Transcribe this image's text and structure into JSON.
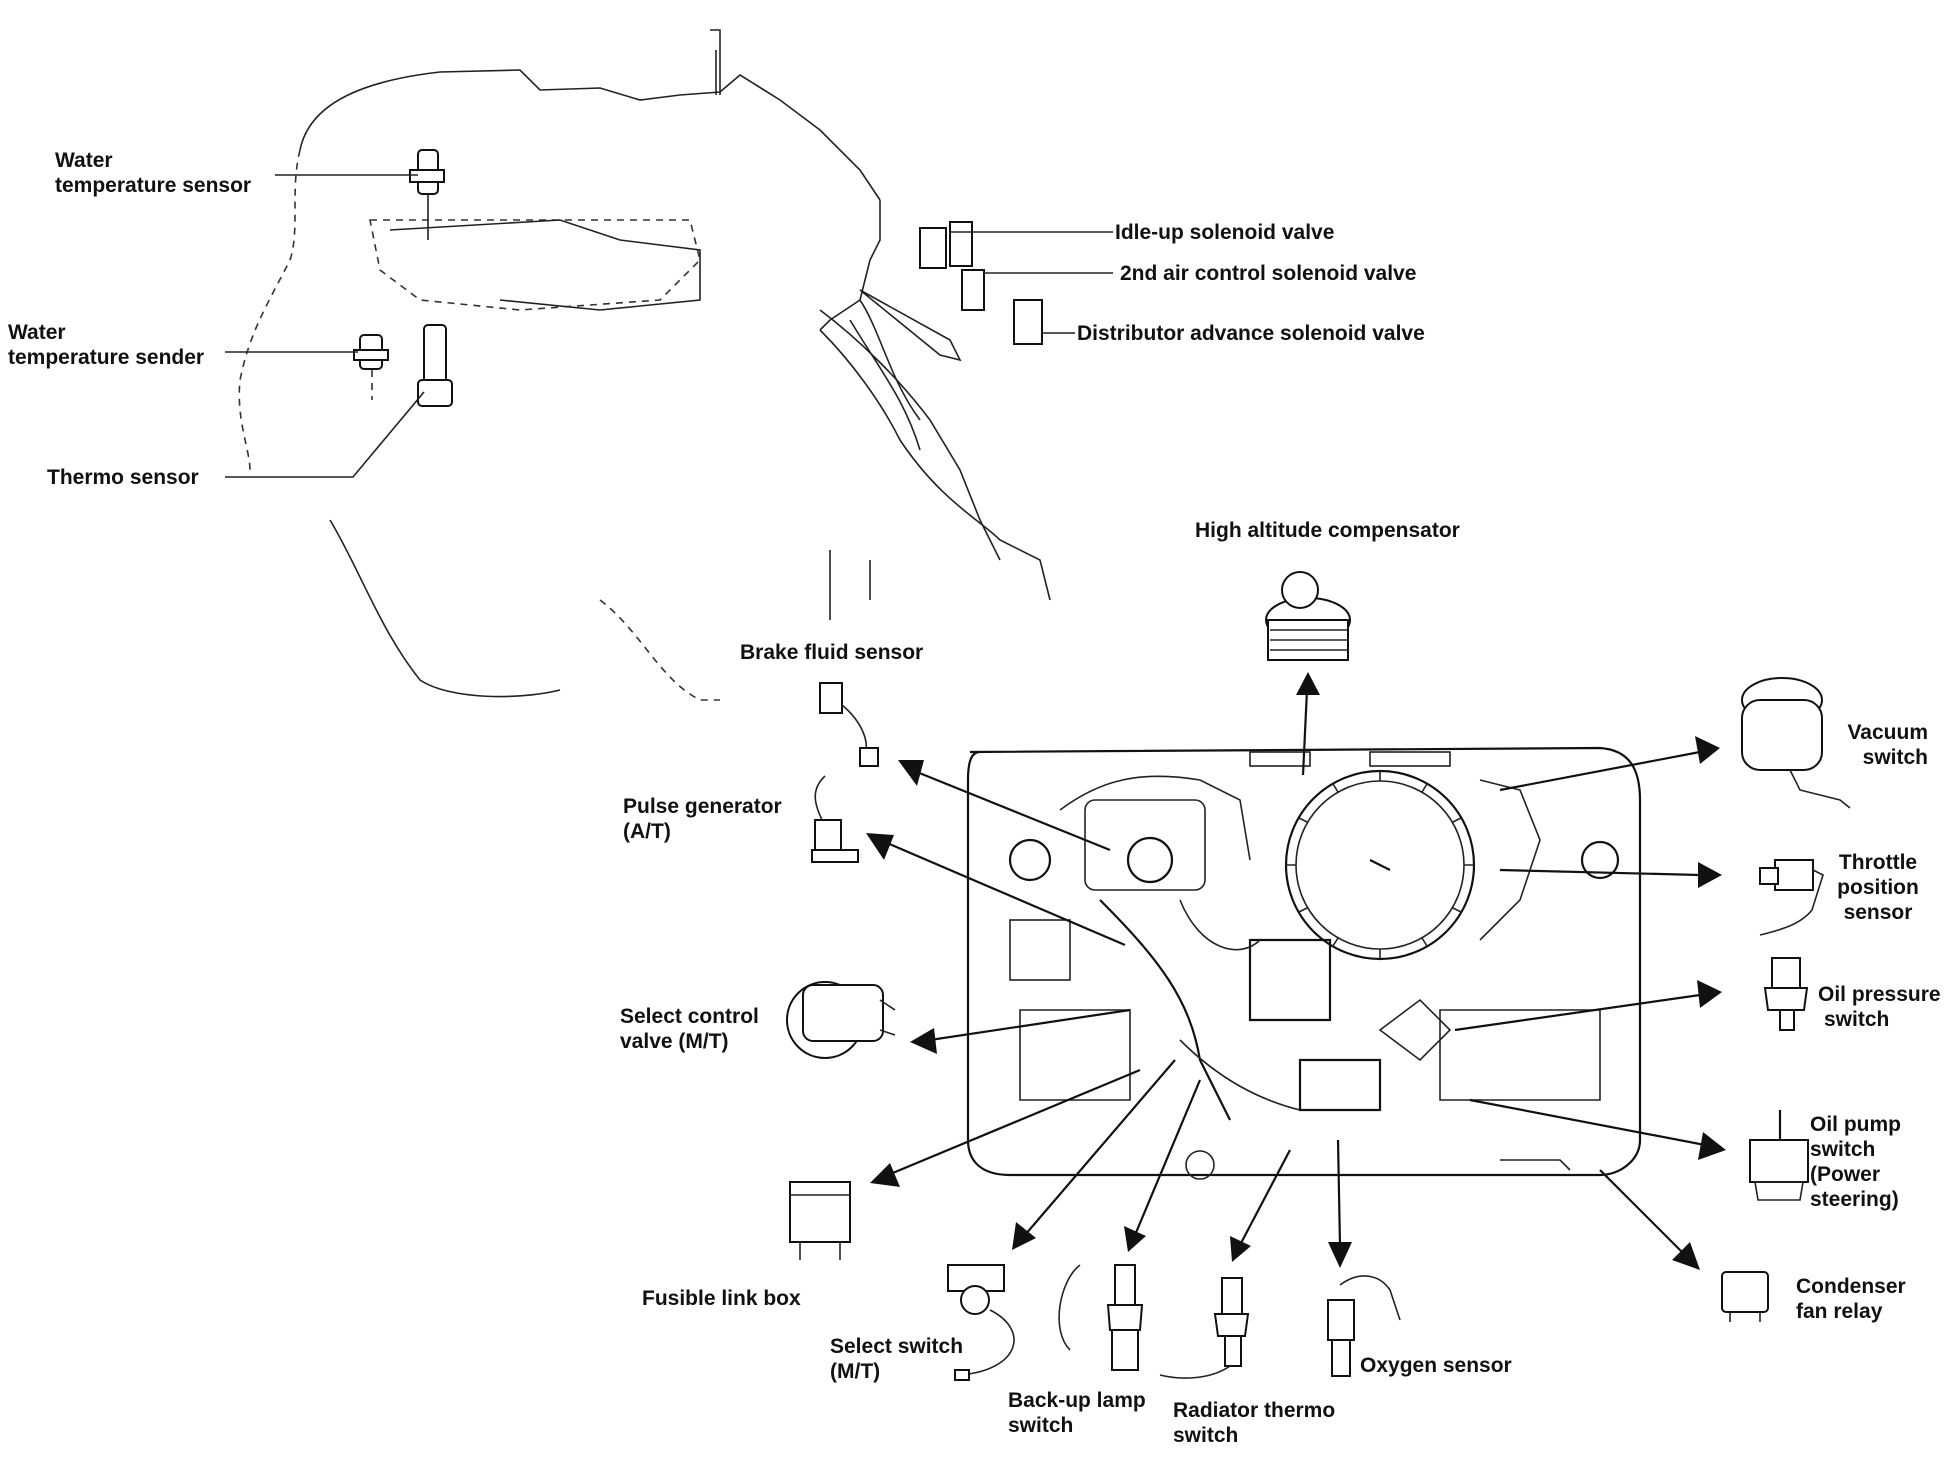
{
  "labels": {
    "water_temperature_sensor": [
      "Water",
      "temperature sensor"
    ],
    "water_temperature_sender": [
      "Water",
      "temperature sender"
    ],
    "thermo_sensor": "Thermo sensor",
    "idle_up_solenoid_valve": "Idle-up solenoid valve",
    "second_air_control_solenoid_valve": "2nd air control solenoid valve",
    "distributor_advance_solenoid_valve": "Distributor advance solenoid valve",
    "high_altitude_compensator": "High altitude compensator",
    "brake_fluid_sensor": "Brake fluid sensor",
    "pulse_generator": [
      "Pulse generator",
      "(A/T)"
    ],
    "vacuum_switch": [
      "Vacuum",
      "switch"
    ],
    "throttle_position_sensor": [
      "Throttle",
      "position",
      "sensor"
    ],
    "oil_pressure_switch": [
      "Oil pressure",
      "switch"
    ],
    "select_control_valve": [
      "Select control",
      "valve (M/T)"
    ],
    "oil_pump_switch": [
      "Oil pump",
      "switch",
      "(Power",
      "steering)"
    ],
    "fusible_link_box": "Fusible link box",
    "condenser_fan_relay": [
      "Condenser",
      "fan relay"
    ],
    "select_switch": [
      "Select switch",
      "(M/T)"
    ],
    "back_up_lamp_switch": [
      "Back-up lamp",
      "switch"
    ],
    "radiator_thermo_switch": [
      "Radiator thermo",
      "switch"
    ],
    "oxygen_sensor": "Oxygen sensor"
  },
  "colors": {
    "ink": "#111111",
    "background": "#ffffff"
  }
}
